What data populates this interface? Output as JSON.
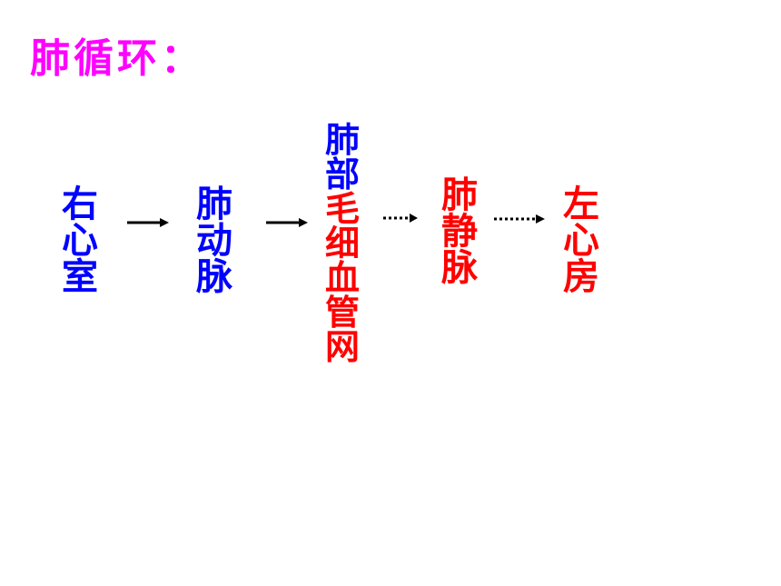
{
  "title": "肺循环：",
  "colors": {
    "title": "#ff00ff",
    "blue": "#0000ff",
    "red": "#ff0000",
    "arrow": "#000000"
  },
  "nodes": {
    "right_ventricle": [
      "右",
      "心",
      "室"
    ],
    "pulmonary_artery": [
      "肺",
      "动",
      "脉"
    ],
    "capillary_top": [
      "肺",
      "部"
    ],
    "capillary_bottom": [
      "毛",
      "细",
      "血",
      "管",
      "网"
    ],
    "pulmonary_vein": [
      "肺",
      "静",
      "脉"
    ],
    "left_atrium": [
      "左",
      "心",
      "房"
    ]
  },
  "arrows": [
    {
      "style": "solid"
    },
    {
      "style": "solid"
    },
    {
      "style": "dotted"
    },
    {
      "style": "dotted"
    }
  ]
}
